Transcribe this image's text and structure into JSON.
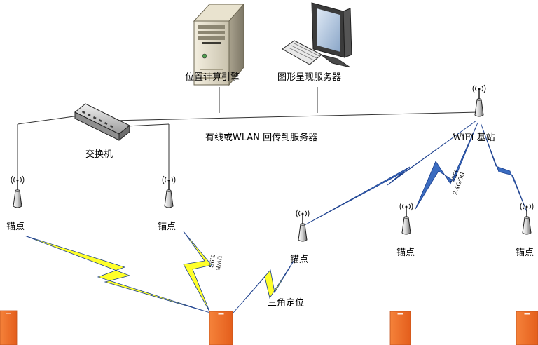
{
  "labels": {
    "location_engine": "位置计算引擎",
    "graphics_server": "图形呈现服务器",
    "switch": "交换机",
    "backhaul": "有线或WLAN 回传到服务器",
    "wifi_base_station": "WiFi 基站",
    "anchor": "锚点",
    "triangulation": "三角定位",
    "wifi_band_line1": "WiFi",
    "wifi_band_line2": "2.4G/5G",
    "uwb_line1": "UWB",
    "uwb_line2": "3.9G"
  },
  "colors": {
    "tag": "#ee6a2a",
    "yellow_bolt": "#ffff2a",
    "blue_bolt": "#3b6cc0",
    "wire": "#333333"
  },
  "icons": {
    "server": "server-tower-icon",
    "monitor": "desktop-computer-icon",
    "switch": "network-switch-icon",
    "antenna": "antenna-anchor-icon",
    "tag": "uwb-tag-icon"
  }
}
